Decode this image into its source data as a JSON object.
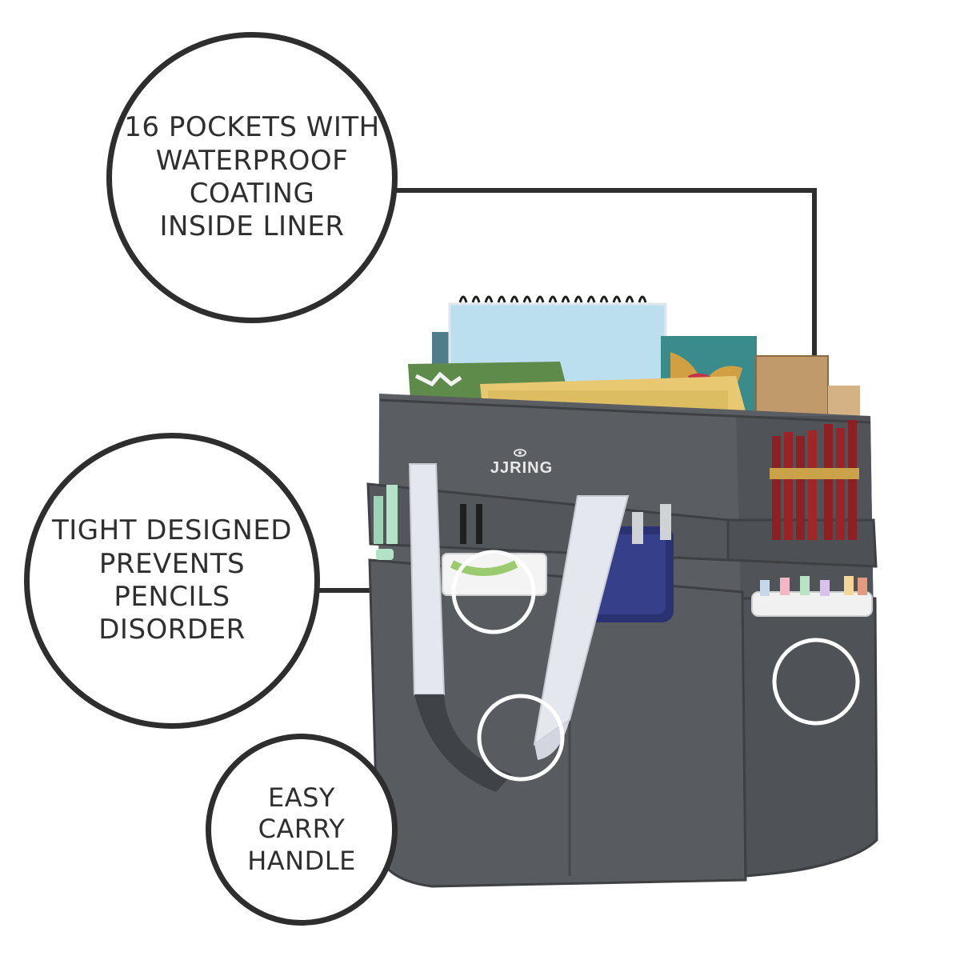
{
  "brand": {
    "logo_text": "JJRING"
  },
  "callouts": [
    {
      "id": "pockets",
      "text": "16 POCKETS WITH\nWATERPROOF\nCOATING\nINSIDE LINER"
    },
    {
      "id": "tight",
      "text": "TIGHT DESIGNED\nPREVENTS\nPENCILS\nDISORDER"
    },
    {
      "id": "handle",
      "text": "EASY\nCARRY\nHANDLE"
    }
  ],
  "colors": {
    "bag": "#5a5d62",
    "bag_dark": "#45484c",
    "strap": "#e4e7ee",
    "leader_line": "#2e2e2e",
    "circle_border": "#2e2e2e",
    "highlight_ring": "#ffffff",
    "brush_handle": "#8e1f22",
    "sketchbook": "#bcdff0",
    "palette_box": "#2a3272"
  },
  "icons": [
    "eye-logo-icon"
  ]
}
